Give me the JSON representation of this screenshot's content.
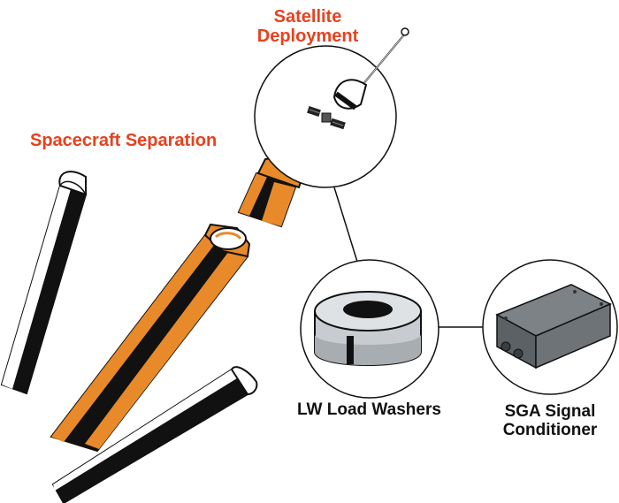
{
  "labels": {
    "satellite_line1": "Satellite",
    "satellite_line2": "Deployment",
    "spacecraft_separation": "Spacecraft Separation",
    "load_washers": "LW Load Washers",
    "sga_line1": "SGA Signal",
    "sga_line2": "Conditioner"
  },
  "colors": {
    "label_accent": "#e8411e",
    "rocket_body": "#e88a2a",
    "outline": "#111111",
    "washer": "#c8ccd0",
    "conditioner_box": "#6e7378"
  },
  "icons": [
    "satellite-icon",
    "rocket-core",
    "booster",
    "load-washer",
    "signal-conditioner"
  ]
}
